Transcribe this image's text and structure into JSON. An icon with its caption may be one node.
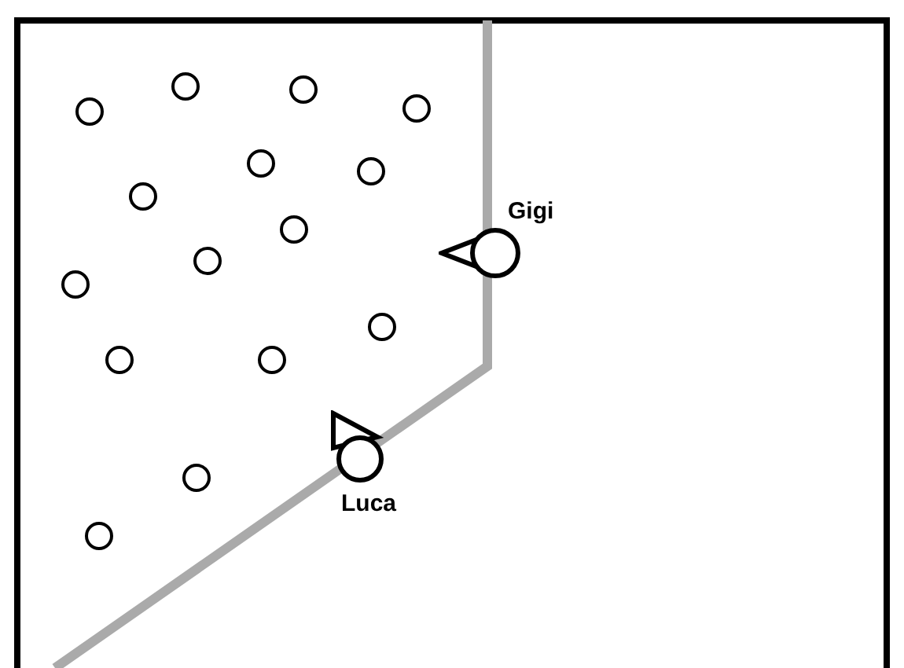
{
  "diagram": {
    "nodes": [
      {
        "text": [],
        "shape": "circle"
      },
      {
        "text": [],
        "shape": "circle"
      },
      {
        "text": [],
        "shape": "circle"
      },
      {
        "text": [],
        "shape": "circle"
      },
      {
        "text": [],
        "shape": "circle"
      },
      {
        "text": [],
        "shape": "circle"
      },
      {
        "text": [],
        "shape": "circle"
      },
      {
        "text": [],
        "shape": "circle"
      },
      {
        "text": [],
        "shape": "circle",
        "beside": [
          "Gigi"
        ]
      },
      {
        "text": [],
        "shape": "circle"
      },
      {
        "text": [],
        "shape": "circle"
      },
      {
        "text": [],
        "shape": "circle"
      },
      {
        "text": [],
        "shape": "circle"
      },
      {
        "text": [],
        "shape": "circle"
      },
      {
        "text": [],
        "shape": "circle",
        "beside": [
          "Luca"
        ]
      },
      {
        "text": [],
        "shape": "circle"
      },
      {
        "text": [],
        "shape": "circle"
      }
    ]
  }
}
